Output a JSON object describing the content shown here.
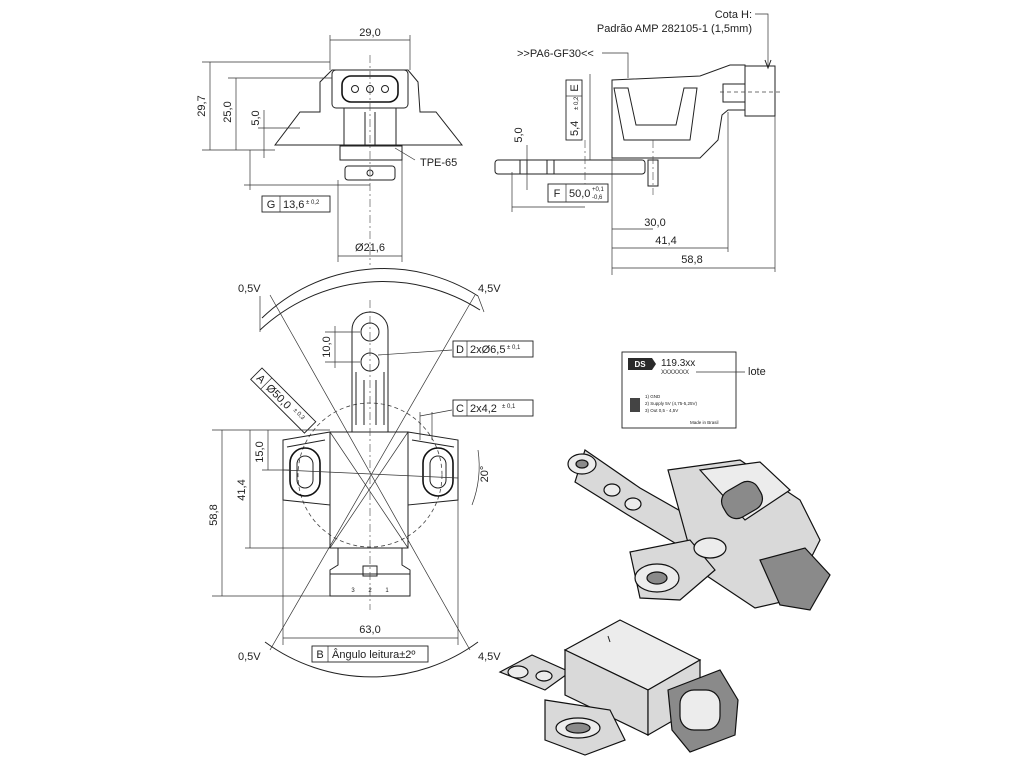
{
  "dims": {
    "top_width": "29,0",
    "h_total": "29,7",
    "h_body": "25,0",
    "h_small": "5,0",
    "g_letter": "G",
    "g_value": "13,6",
    "g_tol": "± 0,2",
    "tpe": "TPE-65",
    "diameter": "Ø21,6",
    "cota_h": "Cota H:",
    "padrao": "Padrão AMP 282105-1 (1,5mm)",
    "material": ">>PA6-GF30<<",
    "e_letter": "E",
    "e_value": "5,4",
    "e_tol": "± 0,2",
    "side_h5": "5,0",
    "f_letter": "F",
    "f_value": "50,0",
    "f_tol_up": "+0,1",
    "f_tol_dn": "-0,6",
    "d30": "30,0",
    "d41": "41,4",
    "d58": "58,8",
    "v05_top": "0,5V",
    "v45_top": "4,5V",
    "v05_bot": "0,5V",
    "v45_bot": "4,5V",
    "h10": "10,0",
    "d_letter": "D",
    "d_value": "2xØ6,5",
    "d_tol": "± 0,1",
    "a_letter": "A",
    "a_value": "Ø50,0",
    "a_tol": "± 0,3",
    "c_letter": "C",
    "c_value": "2x4,2",
    "c_tol": "± 0,1",
    "h15": "15,0",
    "h41": "41,4",
    "h58": "58,8",
    "angle20": "20°",
    "w63": "63,0",
    "b_letter": "B",
    "b_value": "Ângulo leitura±2º",
    "pin3": "3",
    "pin2": "2",
    "pin1": "1"
  },
  "label": {
    "logo": "DS",
    "part": "119.3xx",
    "serial": "XXXXXXX",
    "lote": "lote",
    "made_in": "Made in Brasil",
    "line1": "1) GND",
    "line2": "2) Supply 5V (4,75-5,25V)",
    "line3": "3) Out 0,5 - 4,5V"
  }
}
